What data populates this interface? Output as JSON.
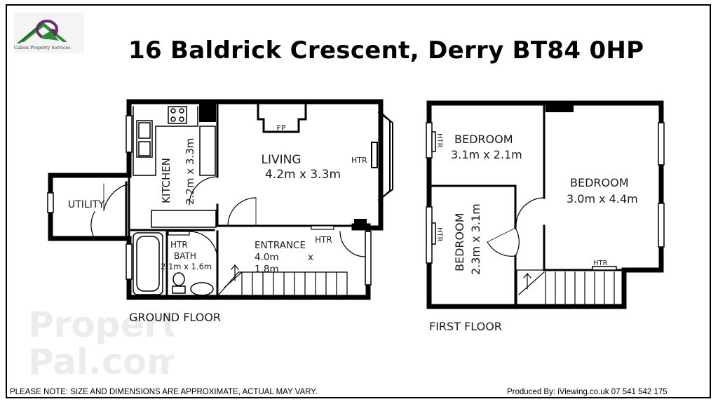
{
  "header": {
    "title": "16 Baldrick Crescent, Derry BT84 0HP",
    "logo_text": "Cullen Property Services"
  },
  "ground_floor": {
    "label": "GROUND FLOOR",
    "kitchen": {
      "name": "KITCHEN",
      "size": "2.2m x 3.3m"
    },
    "living": {
      "name": "LIVING",
      "size": "4.2m x 3.3m",
      "fireplace": "FP",
      "heater": "HTR"
    },
    "utility": {
      "name": "UTILITY"
    },
    "bath": {
      "name": "BATH",
      "size": "2.1m x 1.6m",
      "heater": "HTR"
    },
    "entrance": {
      "name": "ENTRANCE",
      "size_a": "4.0m",
      "size_x": "x",
      "size_b": "1.8m",
      "heater": "HTR"
    }
  },
  "first_floor": {
    "label": "FIRST FLOOR",
    "bedroom_1": {
      "name": "BEDROOM",
      "size": "3.1m x 2.1m",
      "heater": "HTR"
    },
    "bedroom_2": {
      "name": "BEDROOM",
      "size": "3.0m x 4.4m",
      "heater": "HTR"
    },
    "bedroom_3": {
      "name": "BEDROOM",
      "size": "2.3m x 3.1m",
      "heater": "HTR"
    }
  },
  "watermark": {
    "line1": "Property",
    "line2": "Pal.com",
    "mark": "TM"
  },
  "footer": {
    "note": "PLEASE NOTE: SIZE AND DIMENSIONS ARE APPROXIMATE, ACTUAL MAY VARY.",
    "produced_by": "Produced By: iViewing.co.uk 07 541 542 175"
  },
  "colors": {
    "logo_purple": "#6a2b6e",
    "logo_green": "#2e8b3a",
    "watermark": "#e8e8e8"
  }
}
